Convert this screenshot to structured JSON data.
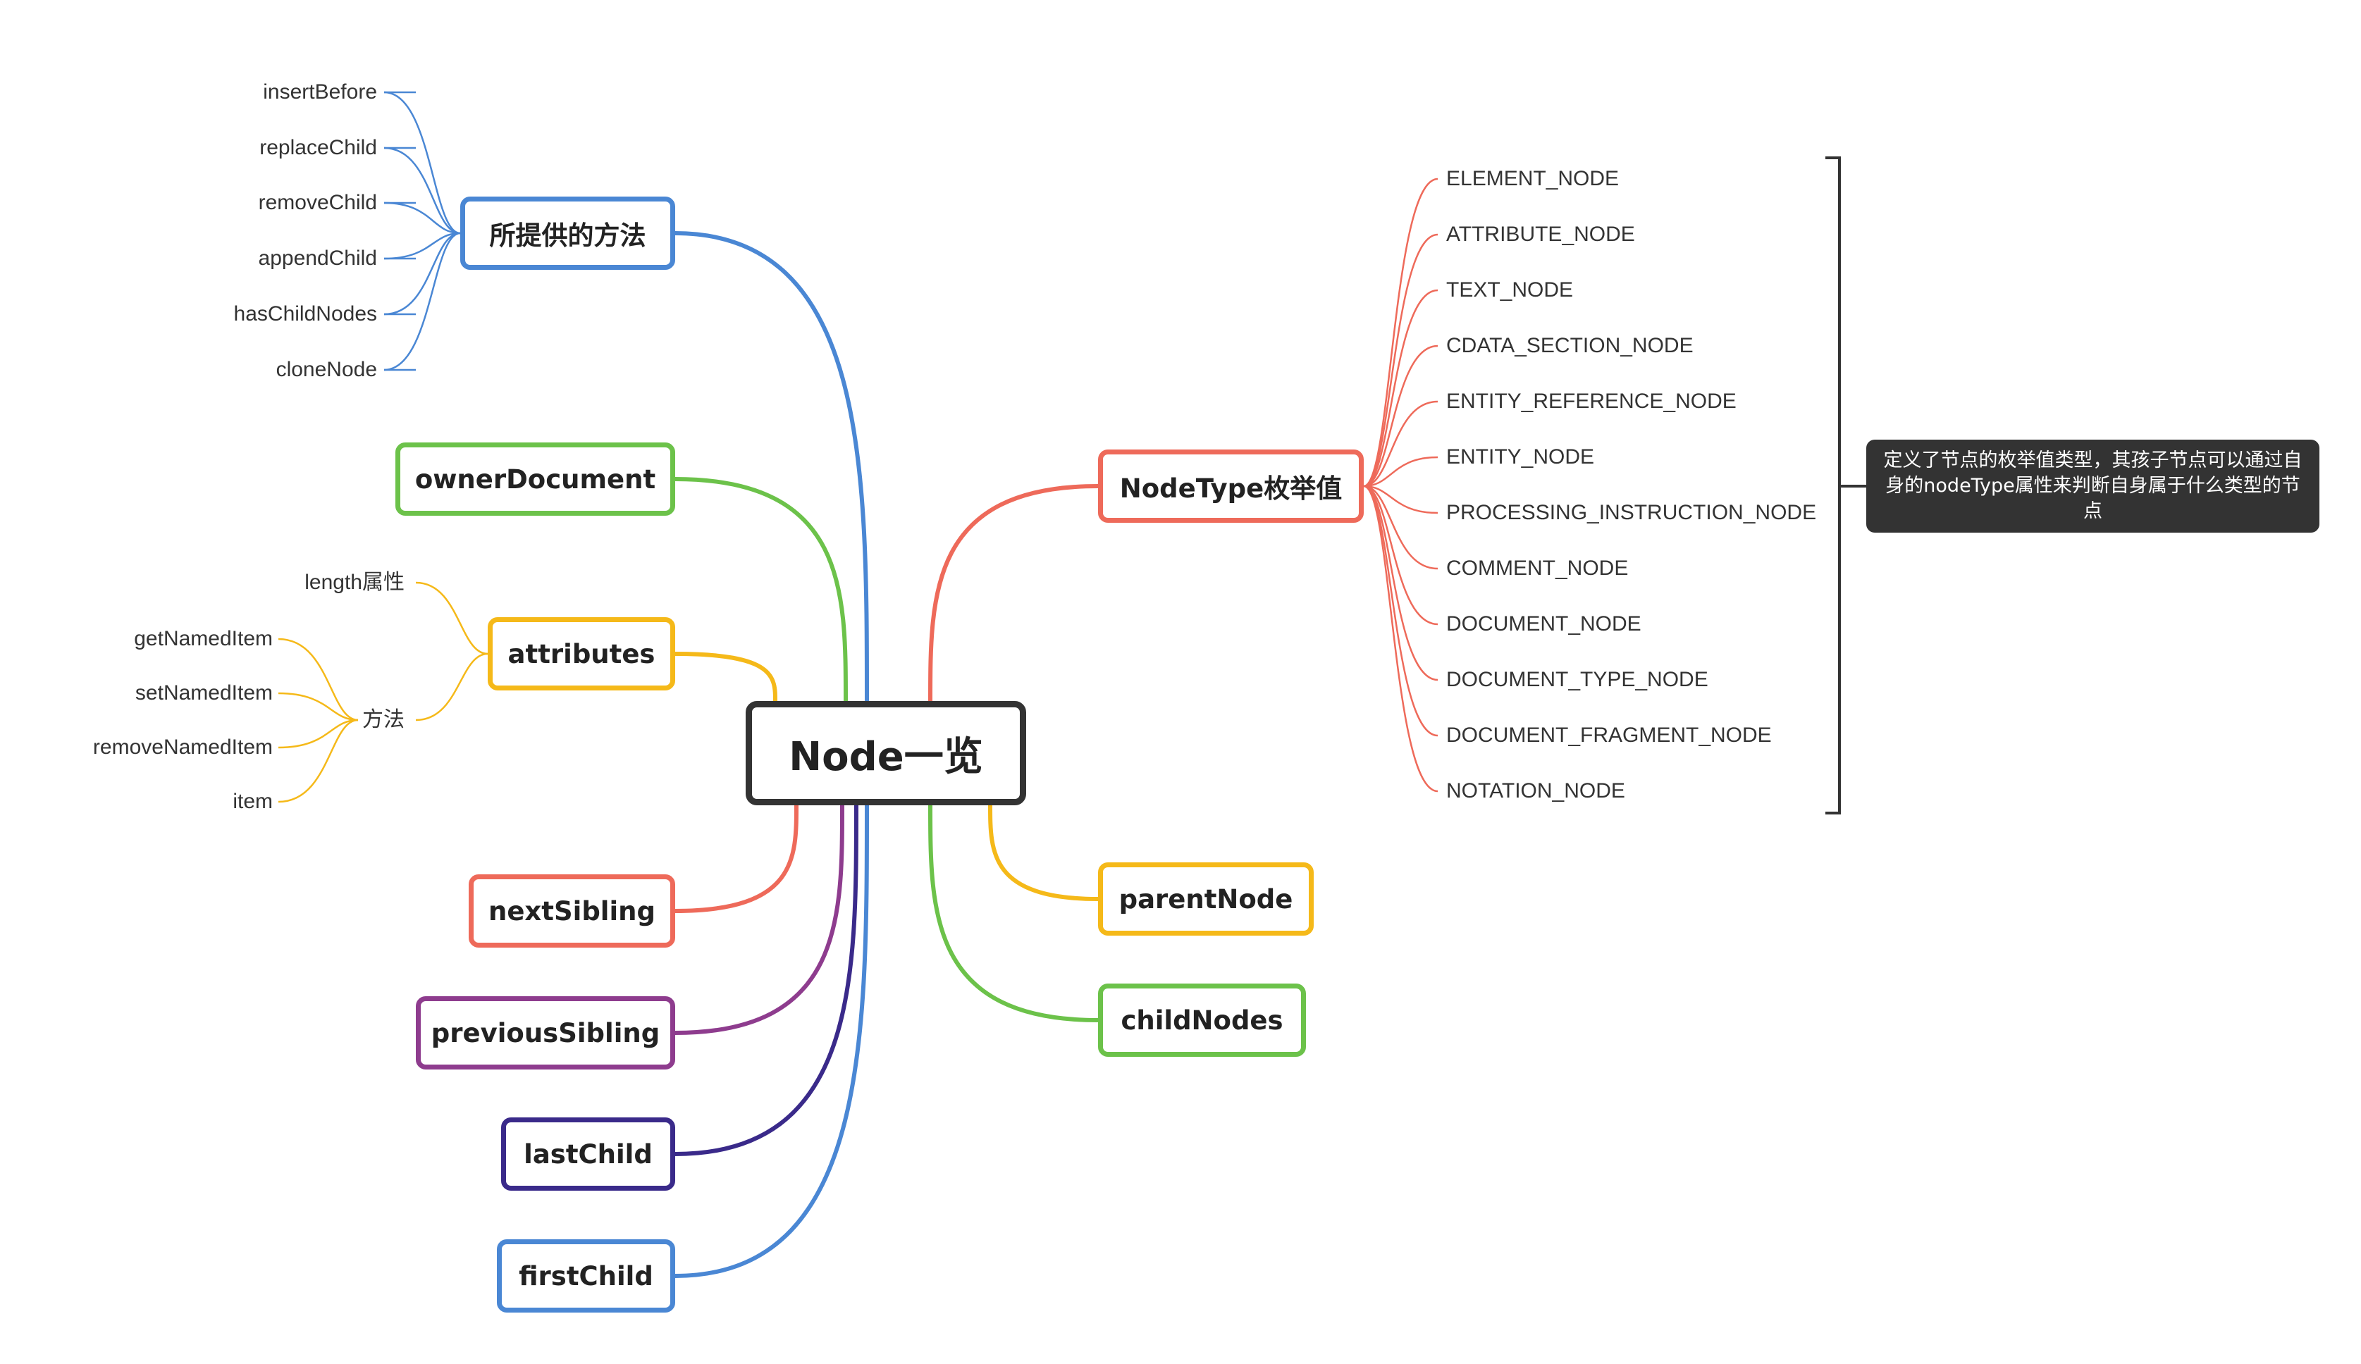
{
  "root": {
    "label": "Node一览",
    "color": "#333333"
  },
  "branches": {
    "methods": {
      "label": "所提供的方法",
      "color": "#4a87d4",
      "items": [
        "insertBefore",
        "replaceChild",
        "removeChild",
        "appendChild",
        "hasChildNodes",
        "cloneNode"
      ]
    },
    "ownerDocument": {
      "label": "ownerDocument",
      "color": "#6cc24a"
    },
    "attributes": {
      "label": "attributes",
      "color": "#f5b919",
      "length_label": "length属性",
      "methods_label": "方法",
      "method_items": [
        "getNamedItem",
        "setNamedItem",
        "removeNamedItem",
        "item"
      ]
    },
    "nextSibling": {
      "label": "nextSibling",
      "color": "#ee6a5a"
    },
    "previousSibling": {
      "label": "previousSibling",
      "color": "#8e3c8e"
    },
    "lastChild": {
      "label": "lastChild",
      "color": "#3a2a8a"
    },
    "firstChild": {
      "label": "firstChild",
      "color": "#4a87d4"
    },
    "nodeType": {
      "label": "NodeType枚举值",
      "color": "#ee6a5a",
      "items": [
        "ELEMENT_NODE",
        "ATTRIBUTE_NODE",
        "TEXT_NODE",
        "CDATA_SECTION_NODE",
        "ENTITY_REFERENCE_NODE",
        "ENTITY_NODE",
        "PROCESSING_INSTRUCTION_NODE",
        "COMMENT_NODE",
        "DOCUMENT_NODE",
        "DOCUMENT_TYPE_NODE",
        "DOCUMENT_FRAGMENT_NODE",
        "NOTATION_NODE"
      ],
      "summary": "定义了节点的枚举值类型，其孩子节点可以通过自身的nodeType属性来判断自身属于什么类型的节点"
    },
    "parentNode": {
      "label": "parentNode",
      "color": "#f5b919"
    },
    "childNodes": {
      "label": "childNodes",
      "color": "#6cc24a"
    }
  }
}
